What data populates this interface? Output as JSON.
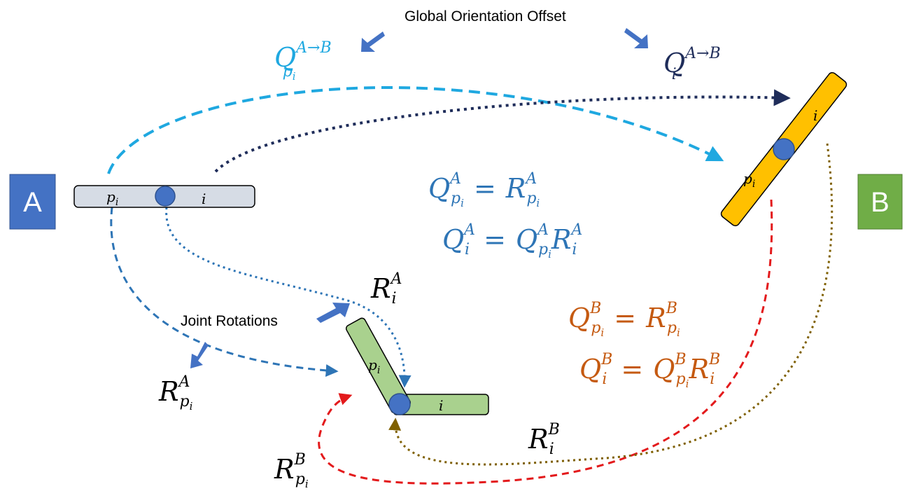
{
  "colors": {
    "box_a": "#4472C4",
    "box_b": "#70AD47",
    "light_blue": "#1FA8E0",
    "dark_navy": "#1F2D5A",
    "mid_blue": "#2E75B6",
    "red": "#E31A1C",
    "olive": "#7F6000",
    "orange_text": "#C55A11",
    "gray_fill": "#D6DCE5",
    "green_fill": "#A9D18E",
    "gold_fill": "#FFC000",
    "joint": "#4472C4",
    "arrow_fill": "#4472C4"
  },
  "annotations": {
    "global_offset": "Global Orientation Offset",
    "joint_rotations": "Joint Rotations"
  },
  "boxes": {
    "a": "A",
    "b": "B"
  },
  "segments": {
    "parent": "p",
    "parent_sub": "i",
    "child": "i"
  },
  "symbols": {
    "Q": "Q",
    "R": "R",
    "i": "i",
    "p": "p",
    "A": "A",
    "B": "B",
    "A_to_B": "A→B",
    "equals": "="
  }
}
